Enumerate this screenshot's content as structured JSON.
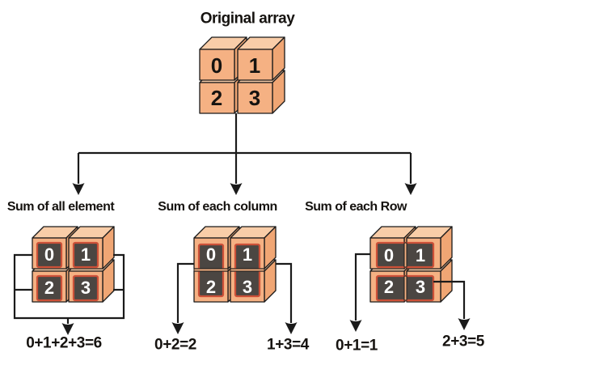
{
  "title": "Original array",
  "original_array": {
    "cells": [
      "0",
      "1",
      "2",
      "3"
    ]
  },
  "sections": [
    {
      "label": "Sum of all element",
      "cells": [
        "0",
        "1",
        "2",
        "3"
      ],
      "equations": [
        "0+1+2+3=6"
      ]
    },
    {
      "label": "Sum of each column",
      "cells": [
        "0",
        "1",
        "2",
        "3"
      ],
      "equations": [
        "0+2=2",
        "1+3=4"
      ]
    },
    {
      "label": "Sum of each Row",
      "cells": [
        "0",
        "1",
        "2",
        "3"
      ],
      "equations": [
        "0+1=1",
        "2+3=5"
      ]
    }
  ],
  "colors": {
    "background": "#ffffff",
    "cube_front": "#F5B183",
    "cube_top": "#F9CDA8",
    "cube_side": "#F0A674",
    "outline": "#1A1A1A",
    "cell_fill": "#4B4642",
    "cell_border": "#CC5038",
    "line": "#1A1A1A",
    "text": "#161310",
    "cell_text": "#FFFFFF"
  }
}
